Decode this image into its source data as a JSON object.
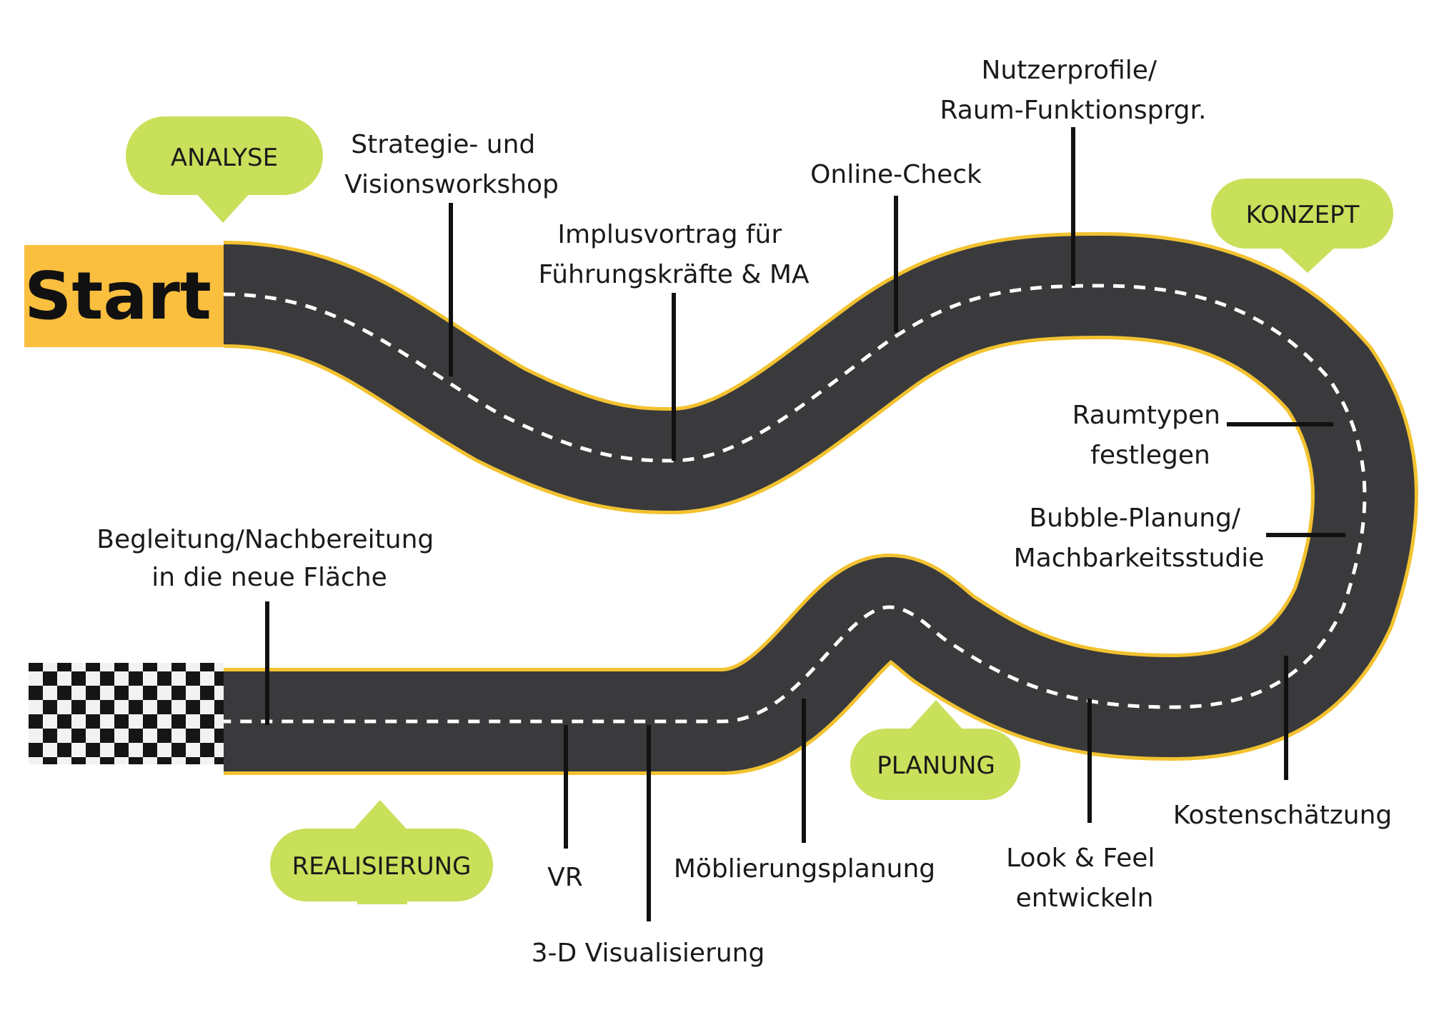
{
  "start_label": "Start",
  "colors": {
    "road": "#3a3a3c",
    "road_edge": "#f2c230",
    "lane_mark": "#ffffff",
    "phase_bubble": "#c8e05a",
    "start_box": "#fbbf3f",
    "leader_line": "#111111"
  },
  "phases": {
    "analyse": "ANALYSE",
    "konzept": "KONZEPT",
    "planung": "PLANUNG",
    "realisierung": "REALISIERUNG"
  },
  "steps": {
    "strategie": [
      "Strategie- und",
      "Visionsworkshop"
    ],
    "impuls": [
      "Implusvortrag für",
      "Führungskräfte & MA"
    ],
    "online": [
      "Online-Check"
    ],
    "nutzer": [
      "Nutzerprofile/",
      "Raum-Funktionsprgr."
    ],
    "raumtypen": [
      "Raumtypen",
      "festlegen"
    ],
    "bubble": [
      "Bubble-Planung/",
      "Machbarkeitsstudie"
    ],
    "kosten": [
      "Kostenschätzung"
    ],
    "look": [
      "Look & Feel",
      "entwickeln"
    ],
    "moeblierung": [
      "Möblierungsplanung"
    ],
    "visualisierung": [
      "3-D Visualisierung"
    ],
    "vr": [
      "VR"
    ],
    "begleitung": [
      "Begleitung/Nachbereitung",
      "in die neue Fläche"
    ]
  }
}
